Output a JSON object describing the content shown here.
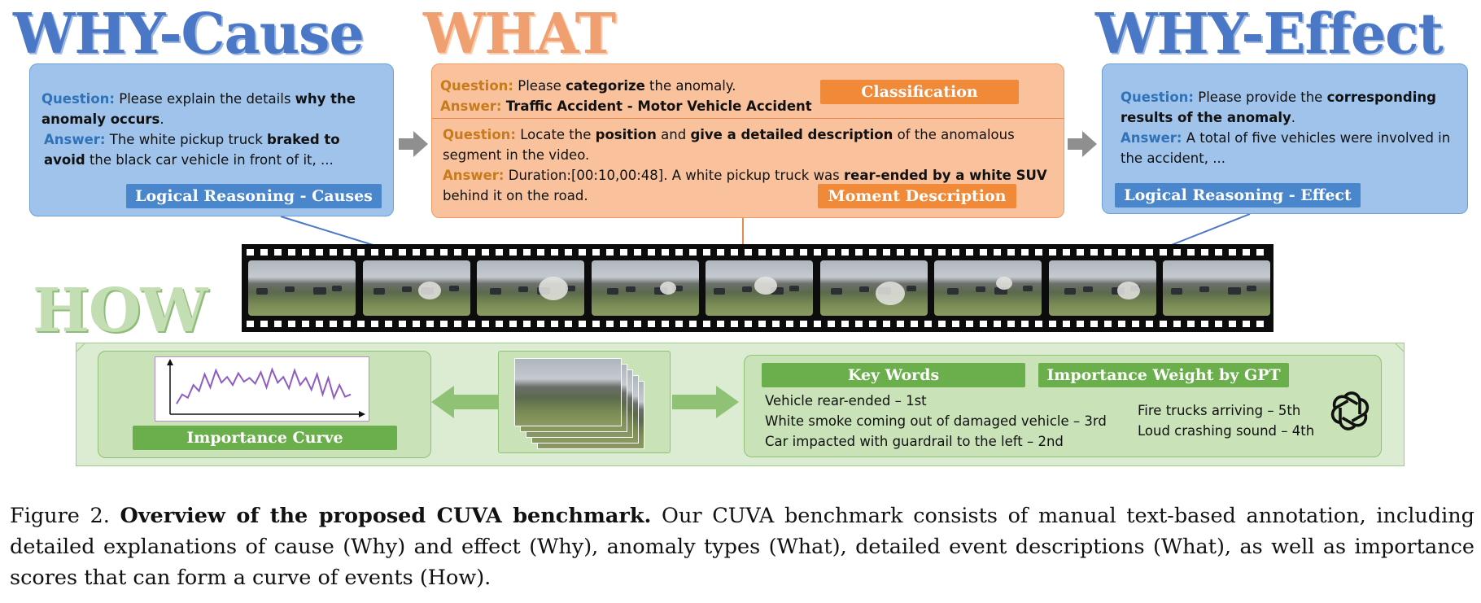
{
  "headings": {
    "why_cause": "WHY-Cause",
    "what": "WHAT",
    "why_effect": "WHY-Effect",
    "how": "HOW"
  },
  "cause_panel": {
    "q_label": "Question:",
    "q_pre": " Please explain the details ",
    "q_bold": "why the anomaly occurs",
    "q_post": ".",
    "a_label": "Answer:",
    "a_pre": " The white pickup truck ",
    "a_bold": "braked to avoid",
    "a_post": " the black car vehicle in front of it, ...",
    "tag": "Logical Reasoning - Causes"
  },
  "what_panel": {
    "q1_label": "Question:",
    "q1_pre": " Please ",
    "q1_bold": "categorize",
    "q1_post": " the anomaly.",
    "a1_label": "Answer:",
    "a1_text": "Traffic Accident - Motor Vehicle Accident",
    "tag1": "Classification",
    "q2_label": "Question:",
    "q2_pre": " Locate the ",
    "q2_bold1": "position",
    "q2_mid1": " and ",
    "q2_bold2": "give a detailed description",
    "q2_post": " of the anomalous segment in the video.",
    "a2_label": "Answer:",
    "a2_pre": " Duration:[00:10,00:48]. A white pickup truck was ",
    "a2_bold": "rear-ended by a white SUV",
    "a2_post": " behind it on the road.",
    "tag2": "Moment Description"
  },
  "effect_panel": {
    "q_label": "Question:",
    "q_pre": " Please provide the ",
    "q_bold": "corresponding results of the anomaly",
    "q_post": ".",
    "a_label": "Answer:",
    "a_text": " A total of five vehicles were involved in the accident, ...",
    "tag": "Logical Reasoning - Effect"
  },
  "how": {
    "curve_tag": "Importance Curve",
    "key_words_tag": "Key Words",
    "weight_tag": "Importance Weight by GPT",
    "left_items": [
      "Vehicle rear-ended – 1st",
      "White smoke coming out of damaged vehicle – 3rd",
      "Car impacted with guardrail to the left – 2nd"
    ],
    "right_items": [
      "Fire trucks arriving – 5th",
      "Loud crashing sound – 4th"
    ],
    "curve_points": [
      0.15,
      0.35,
      0.28,
      0.55,
      0.42,
      0.78,
      0.5,
      0.86,
      0.6,
      0.72,
      0.55,
      0.8,
      0.62,
      0.7,
      0.58,
      0.82,
      0.5,
      0.88,
      0.6,
      0.72,
      0.48,
      0.86,
      0.55,
      0.7,
      0.45,
      0.78,
      0.35,
      0.7,
      0.28,
      0.55,
      0.3,
      0.35
    ]
  },
  "caption": {
    "prefix": "Figure 2.  ",
    "bold": "Overview of the proposed CUVA benchmark.",
    "body": "  Our CUVA benchmark consists of manual text-based annotation, including detailed explanations of cause (Why) and effect (Why), anomaly types (What), detailed event descriptions (What), as well as importance scores that can form a curve of events (How)."
  },
  "colors": {
    "blue_panel": "#9fc3ea",
    "orange_panel": "#f9c29c",
    "green_panel": "#dcecd2",
    "tag_blue": "#4a86cc",
    "tag_orange": "#f08a38",
    "tag_green": "#6bae4c"
  },
  "icons": [
    "openai-logo-icon",
    "gray-right-arrow-icon",
    "green-double-arrow-icon"
  ]
}
